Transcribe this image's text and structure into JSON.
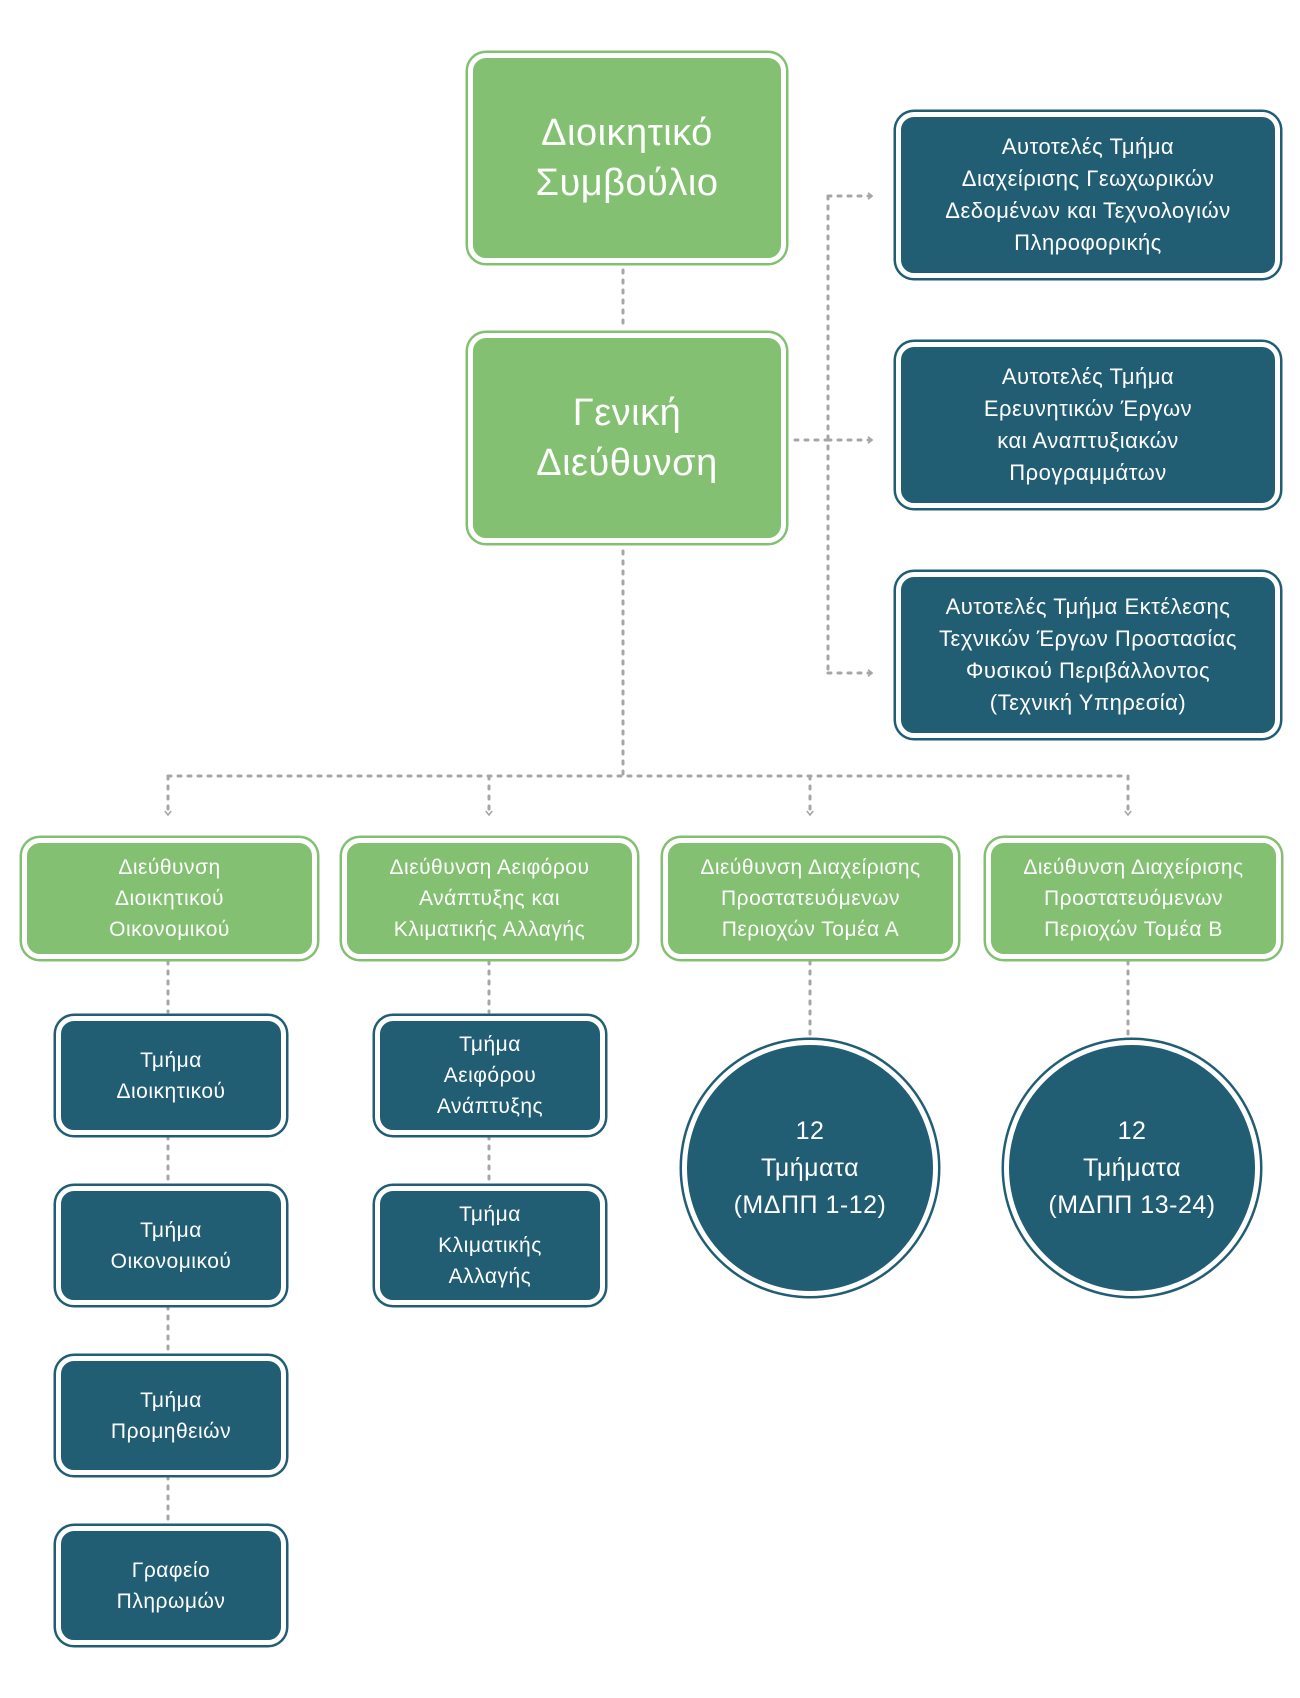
{
  "board": {
    "label": "Διοικητικό\nΣυμβούλιο"
  },
  "general_directorate": {
    "label": "Γενική\nΔιεύθυνση"
  },
  "independent_units": [
    {
      "label": "Αυτοτελές Τμήμα\nΔιαχείρισης Γεωχωρικών\nΔεδομένων και Τεχνολογιών\nΠληροφορικής"
    },
    {
      "label": "Αυτοτελές Τμήμα\nΕρευνητικών Έργων\nκαι Αναπτυξιακών\nΠρογραμμάτων"
    },
    {
      "label": "Αυτοτελές Τμήμα Εκτέλεσης\nΤεχνικών Έργων Προστασίας\nΦυσικού Περιβάλλοντος\n(Τεχνική Υπηρεσία)"
    }
  ],
  "directorates": [
    {
      "label": "Διεύθυνση\nΔιοικητικού\nΟικονομικού"
    },
    {
      "label": "Διεύθυνση Αειφόρου\nΑνάπτυξης και\nΚλιματικής Αλλαγής"
    },
    {
      "label": "Διεύθυνση Διαχείρισης\nΠροστατευόμενων\nΠεριοχών Τομέα Α"
    },
    {
      "label": "Διεύθυνση Διαχείρισης\nΠροστατευόμενων\nΠεριοχών Τομέα Β"
    }
  ],
  "admin_departments": [
    {
      "label": "Τμήμα\nΔιοικητικού"
    },
    {
      "label": "Τμήμα\nΟικονομικού"
    },
    {
      "label": "Τμήμα\nΠρομηθειών"
    },
    {
      "label": "Γραφείο\nΠληρωμών"
    }
  ],
  "sustainability_departments": [
    {
      "label": "Τμήμα\nΑειφόρου\nΑνάπτυξης"
    },
    {
      "label": "Τμήμα\nΚλιματικής\nΑλλαγής"
    }
  ],
  "sector_units": [
    {
      "label": "12\nΤμήματα\n(ΜΔΠΠ 1-12)"
    },
    {
      "label": "12\nΤμήματα\n(ΜΔΠΠ 13-24)"
    }
  ],
  "colors": {
    "green": "#83c071",
    "teal": "#215e74",
    "connector": "#a6a6a6"
  }
}
